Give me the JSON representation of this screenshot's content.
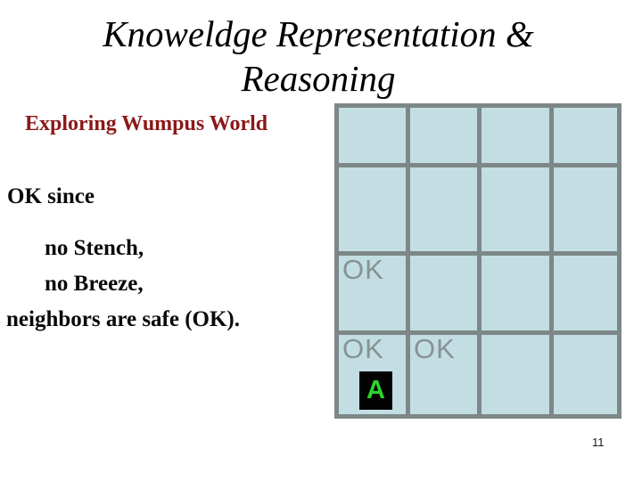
{
  "title": {
    "line1": "Knoweldge Representation &",
    "line2": "Reasoning"
  },
  "heading": "Exploring Wumpus World",
  "body": {
    "ok_since": "OK since",
    "no_stench": "no Stench,",
    "no_breeze": "no Breeze,",
    "neighbors": "neighbors are safe (OK)."
  },
  "page_number": "11",
  "grid": {
    "rows": 4,
    "cols": 4,
    "ok_label": "OK",
    "agent_label": "A",
    "cells": [
      [
        {},
        {},
        {},
        {}
      ],
      [
        {},
        {},
        {},
        {}
      ],
      [
        {
          "ok": true
        },
        {},
        {},
        {}
      ],
      [
        {
          "ok": true,
          "agent": true
        },
        {
          "ok": true
        },
        {},
        {}
      ]
    ]
  },
  "colors": {
    "cell-fill": "#c3dee2",
    "grid-line": "#7d8788",
    "ok-text": "#879294",
    "heading-red": "#8b1818",
    "agent-green": "#2bd42b",
    "agent-bg": "#030303",
    "title-text": "#000000"
  }
}
